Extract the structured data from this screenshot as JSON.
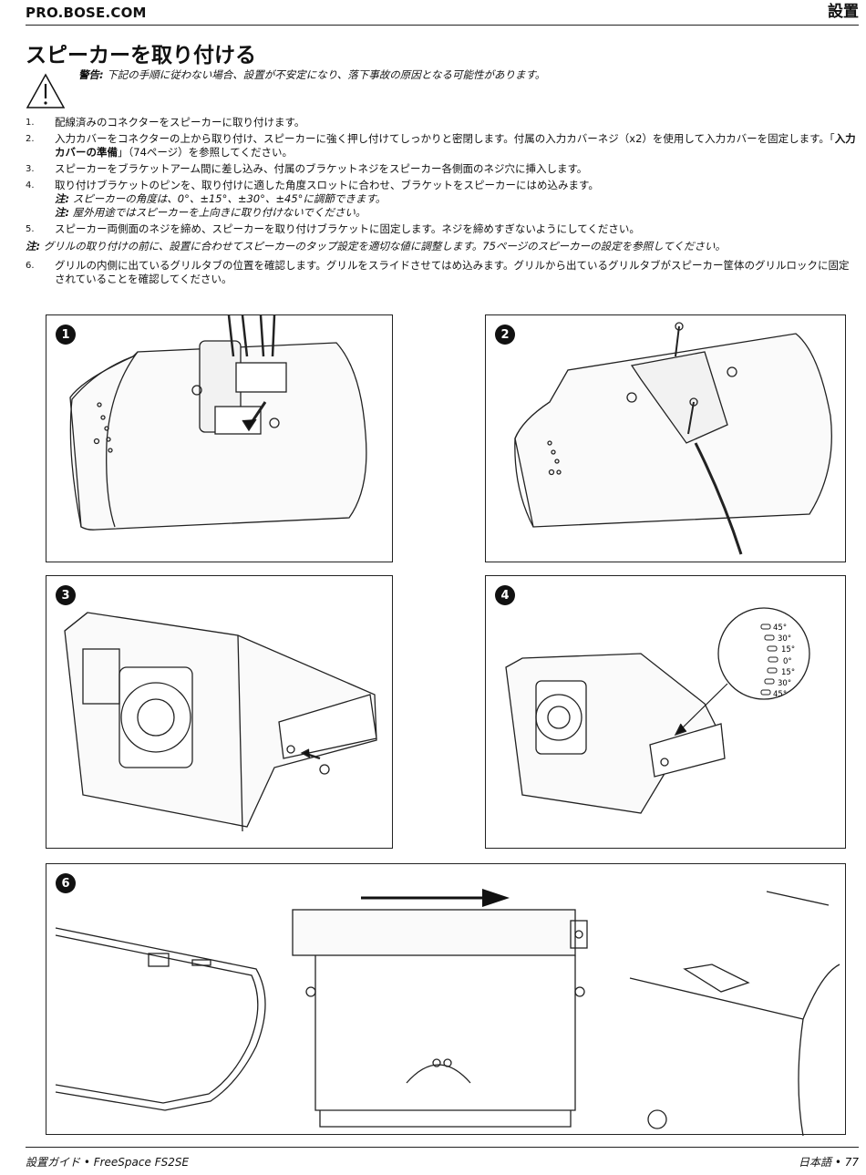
{
  "header": {
    "site": "PRO.BOSE.COM",
    "section": "設置"
  },
  "title": "スピーカーを取り付ける",
  "warning": {
    "label": "警告:",
    "text": " 下記の手順に従わない場合、設置が不安定になり、落下事故の原因となる可能性があります。"
  },
  "steps": [
    {
      "num": "1.",
      "text": "配線済みのコネクターをスピーカーに取り付けます。"
    },
    {
      "num": "2.",
      "text_a": "入力カバーをコネクターの上から取り付け、スピーカーに強く押し付けてしっかりと密閉します。付属の入力カバーネジ（x2）を使用して入力カバーを固定します。「",
      "bold": "入力カバーの準備",
      "text_b": "」（74ページ）を参照してください。"
    },
    {
      "num": "3.",
      "text": "スピーカーをブラケットアーム間に差し込み、付属のブラケットネジをスピーカー各側面のネジ穴に挿入します。"
    },
    {
      "num": "4.",
      "text": "取り付けブラケットのピンを、取り付けに適した角度スロットに合わせ、ブラケットをスピーカーにはめ込みます。",
      "note1_label": "注:",
      "note1": " スピーカーの角度は、0°、±15°、±30°、±45°に調節できます。",
      "note2_label": "注:",
      "note2": " 屋外用途ではスピーカーを上向きに取り付けないでください。"
    },
    {
      "num": "5.",
      "text": "スピーカー両側面のネジを締め、スピーカーを取り付けブラケットに固定します。ネジを締めすぎないようにしてください。"
    }
  ],
  "note": {
    "label": "注:",
    "text": " グリルの取り付けの前に、設置に合わせてスピーカーのタップ設定を適切な値に調整します。75ページのスピーカーの設定を参照してください。"
  },
  "step6": {
    "num": "6.",
    "text": "グリルの内側に出ているグリルタブの位置を確認します。グリルをスライドさせてはめ込みます。グリルから出ているグリルタブがスピーカー筐体のグリルロックに固定されていることを確認してください。"
  },
  "figures": {
    "f1": "1",
    "f2": "2",
    "f3": "3",
    "f4": "4",
    "f6": "6"
  },
  "angles": [
    "45°",
    "30°",
    "15°",
    "0°",
    "15°",
    "30°",
    "45°"
  ],
  "footer": {
    "left": "設置ガイド • FreeSpace FS2SE",
    "right": "日本語 • 77"
  }
}
